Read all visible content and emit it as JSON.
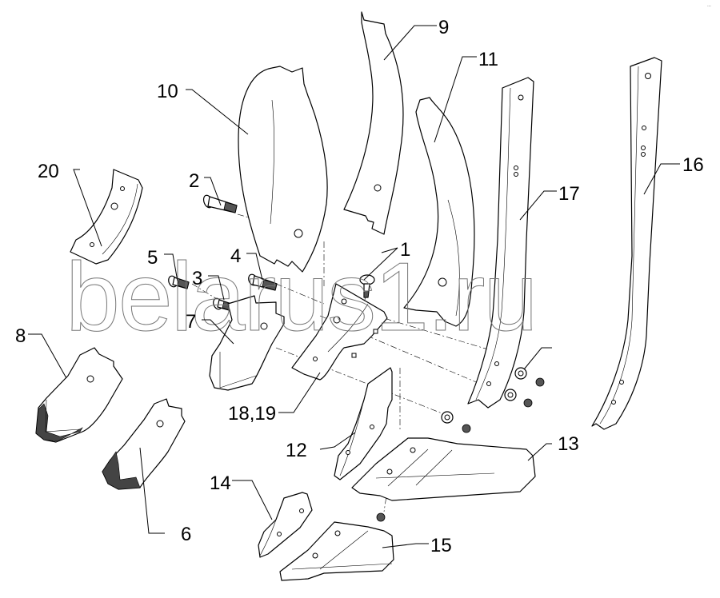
{
  "diagram": {
    "title": "Plow body assembly exploded view",
    "watermark": "belarus1.ru",
    "corner_mark": "…",
    "callouts": [
      {
        "id": "1",
        "label": "1"
      },
      {
        "id": "2",
        "label": "2"
      },
      {
        "id": "3",
        "label": "3"
      },
      {
        "id": "4",
        "label": "4"
      },
      {
        "id": "5",
        "label": "5"
      },
      {
        "id": "6",
        "label": "6"
      },
      {
        "id": "7",
        "label": "7"
      },
      {
        "id": "8",
        "label": "8"
      },
      {
        "id": "9",
        "label": "9"
      },
      {
        "id": "10",
        "label": "10"
      },
      {
        "id": "11",
        "label": "11"
      },
      {
        "id": "12",
        "label": "12"
      },
      {
        "id": "13",
        "label": "13"
      },
      {
        "id": "14",
        "label": "14"
      },
      {
        "id": "15",
        "label": "15"
      },
      {
        "id": "16",
        "label": "16"
      },
      {
        "id": "17",
        "label": "17"
      },
      {
        "id": "18-19",
        "label": "18,19"
      },
      {
        "id": "20",
        "label": "20"
      }
    ],
    "colors": {
      "line": "#000000",
      "background": "#ffffff",
      "watermark": "#777777"
    }
  }
}
